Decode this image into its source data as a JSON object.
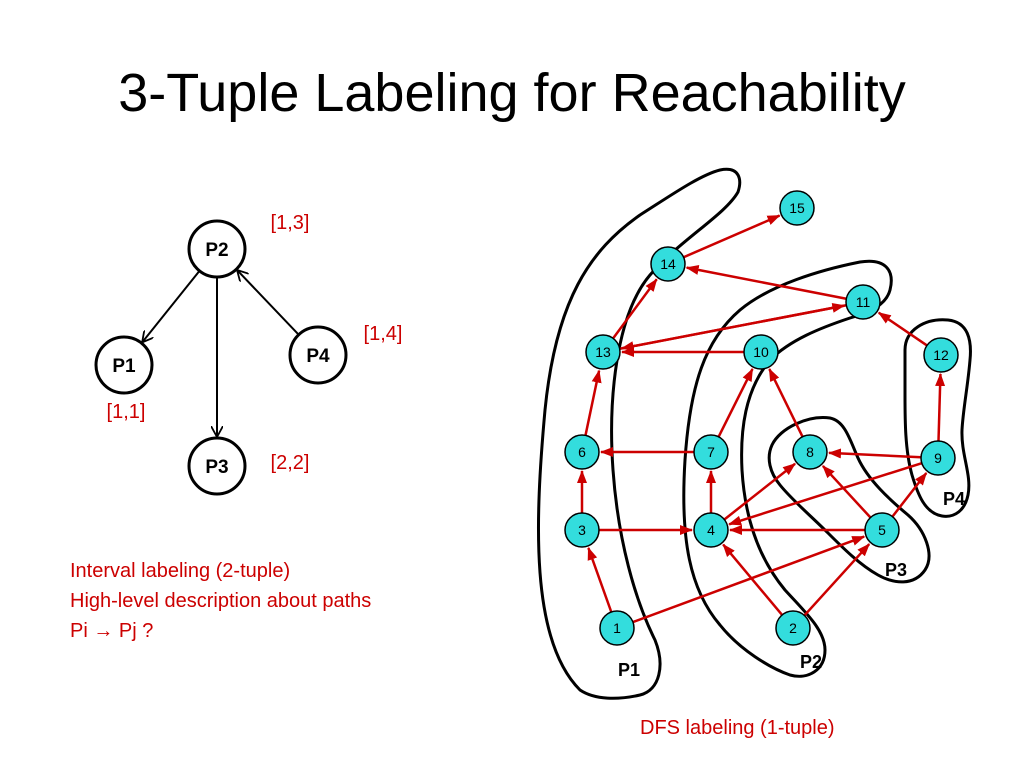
{
  "slide": {
    "title": "3-Tuple Labeling for Reachability",
    "description": [
      "Interval labeling (2-tuple)",
      "High-level description about paths",
      "Pi → Pj ?"
    ],
    "caption": "DFS labeling (1-tuple)"
  },
  "colors": {
    "node_fill": "#33dddd",
    "edge": "#cc0000",
    "text_red": "#cc0000",
    "region_outline": "#000000"
  },
  "process_graph": {
    "nodes": [
      {
        "id": "P2",
        "label": "P2",
        "interval": "[1,3]"
      },
      {
        "id": "P1",
        "label": "P1",
        "interval": "[1,1]"
      },
      {
        "id": "P4",
        "label": "P4",
        "interval": "[1,4]"
      },
      {
        "id": "P3",
        "label": "P3",
        "interval": "[2,2]"
      }
    ],
    "edges": [
      {
        "from": "P2",
        "to": "P1"
      },
      {
        "from": "P2",
        "to": "P3"
      },
      {
        "from": "P4",
        "to": "P2"
      }
    ]
  },
  "dfs_graph": {
    "nodes": [
      "1",
      "2",
      "3",
      "4",
      "5",
      "6",
      "7",
      "8",
      "9",
      "10",
      "11",
      "12",
      "13",
      "14",
      "15"
    ],
    "regions": [
      "P1",
      "P2",
      "P3",
      "P4"
    ],
    "edges": [
      [
        "1",
        "3"
      ],
      [
        "1",
        "5"
      ],
      [
        "2",
        "4"
      ],
      [
        "2",
        "5"
      ],
      [
        "3",
        "6"
      ],
      [
        "3",
        "4"
      ],
      [
        "4",
        "7"
      ],
      [
        "4",
        "8"
      ],
      [
        "5",
        "4"
      ],
      [
        "5",
        "8"
      ],
      [
        "5",
        "9"
      ],
      [
        "6",
        "13"
      ],
      [
        "7",
        "6"
      ],
      [
        "7",
        "10"
      ],
      [
        "8",
        "10"
      ],
      [
        "9",
        "4"
      ],
      [
        "9",
        "8"
      ],
      [
        "9",
        "12"
      ],
      [
        "10",
        "13"
      ],
      [
        "11",
        "13"
      ],
      [
        "11",
        "14"
      ],
      [
        "12",
        "11"
      ],
      [
        "13",
        "14"
      ],
      [
        "13",
        "11"
      ],
      [
        "14",
        "15"
      ]
    ]
  }
}
